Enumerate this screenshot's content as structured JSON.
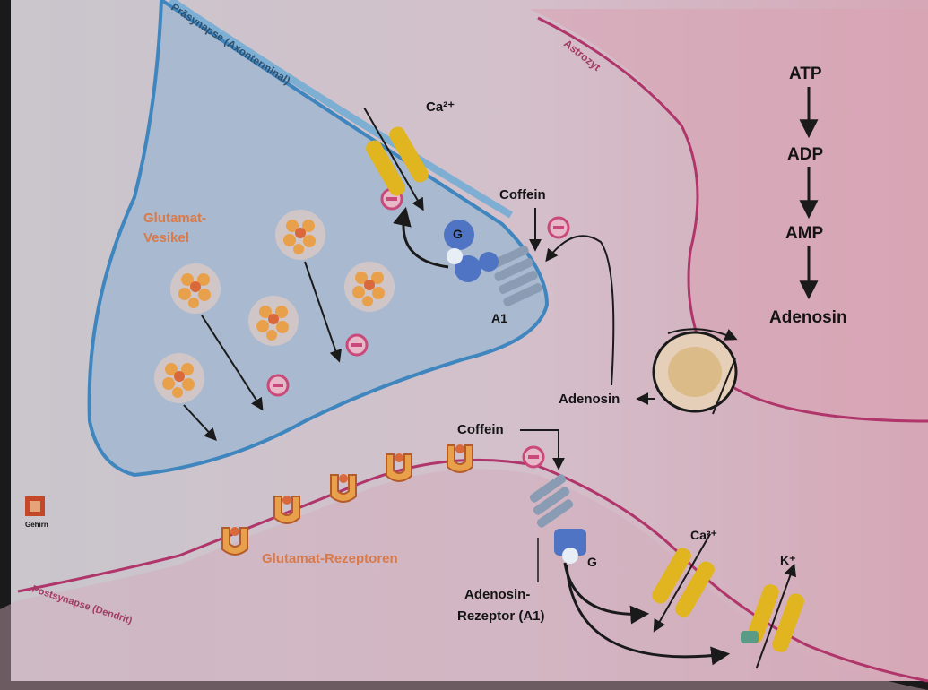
{
  "labels": {
    "atp": "ATP",
    "adp": "ADP",
    "amp": "AMP",
    "adenosin_top": "Adenosin",
    "coffein_top": "Coffein",
    "coffein_bottom": "Coffein",
    "adenosin_middle": "Adenosin",
    "glutamat_vesikel_line1": "Glutamat-",
    "glutamat_vesikel_line2": "Vesikel",
    "glutamat_rezeptoren": "Glutamat-Rezeptoren",
    "a1_top": "A1",
    "adenosin_rezeptor_line1": "Adenosin-",
    "adenosin_rezeptor_line2": "Rezeptor (A1)",
    "ca_top": "Ca²⁺",
    "ca_bottom": "Ca²⁺",
    "k_bottom": "K⁺",
    "g_top": "G",
    "g_bottom": "G",
    "logo_line": "Gehirn",
    "presynapse": "Präsynapse (Axonterminal)",
    "astrocyte": "Astrozyt",
    "postsynapse": "Postsynapse (Dendrit)"
  },
  "colors": {
    "background_left": "#c9c6cc",
    "background_right": "#d6aab8",
    "presynaptic_fill": "#a9b9cf",
    "presynaptic_outline": "#3f86bf",
    "astrocyte_outline": "#b0356a",
    "vesicle": "#e9a04a",
    "channel": "#e0b51f",
    "inhibit_marker": "#c94a7a",
    "receptor_blue": "#4f74c3"
  },
  "icons": [
    "calcium-channel-icon",
    "potassium-channel-icon",
    "transporter-icon",
    "vesicle-icon",
    "receptor-icon",
    "inhibit-icon"
  ]
}
